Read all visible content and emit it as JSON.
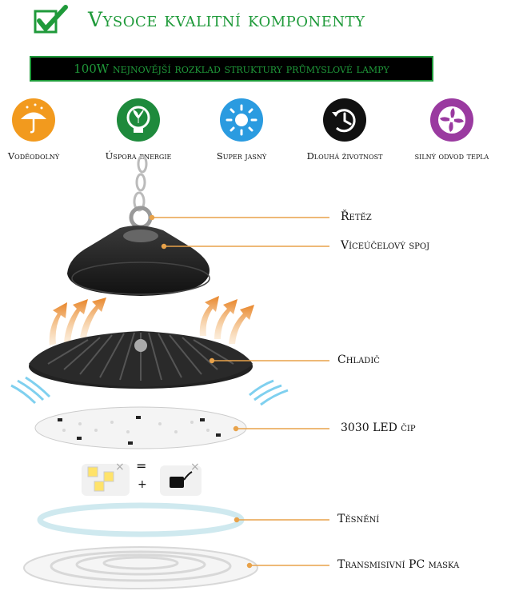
{
  "header": {
    "title": "Vysoce kvalitní komponenty"
  },
  "banner": {
    "text": "100W nejnovější rozklad struktury průmyslové lampy"
  },
  "features": [
    {
      "label": "Voděodolný",
      "icon": "umbrella-icon",
      "color": "#f29a1e"
    },
    {
      "label": "Úspora energie",
      "icon": "bulb-leaf-icon",
      "color": "#1e8a3c"
    },
    {
      "label": "Super jasný",
      "icon": "sun-icon",
      "color": "#2a9be0"
    },
    {
      "label": "Dlouhá životnost",
      "icon": "clock-icon",
      "color": "#111111"
    },
    {
      "label": "silný odvod tepla",
      "icon": "fan-icon",
      "color": "#9a3aa0"
    }
  ],
  "parts": {
    "chain": "Řetěz",
    "joint": "Víceúčelový spoj",
    "cooler": "Chladič",
    "chip": "3030 LED čip",
    "seal": "Těsnění",
    "mask": "Transmisivní PC maska"
  },
  "colors": {
    "accent": "#1f9a3a",
    "leader": "#e8a24a"
  }
}
